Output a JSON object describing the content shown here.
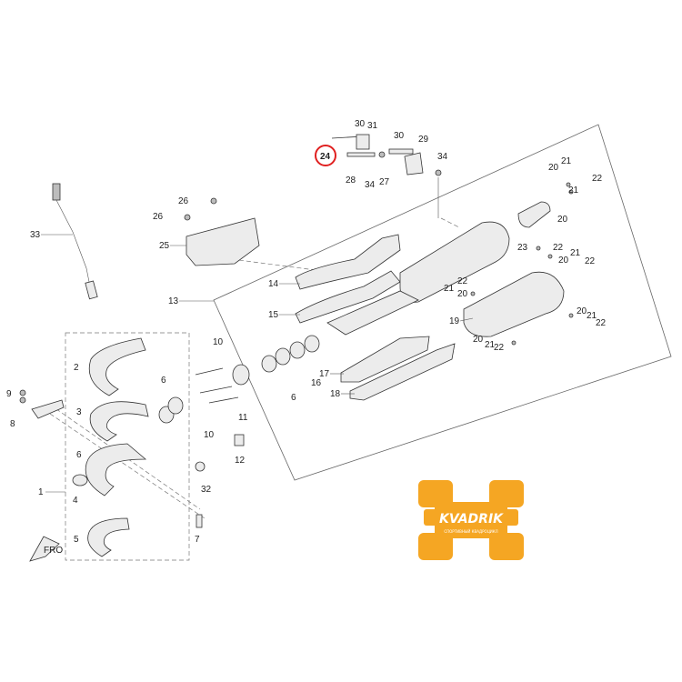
{
  "highlighted_callout": "24",
  "callouts": [
    "1",
    "2",
    "3",
    "4",
    "5",
    "6",
    "7",
    "8",
    "9",
    "10",
    "11",
    "12",
    "13",
    "14",
    "15",
    "16",
    "17",
    "18",
    "19",
    "20",
    "21",
    "22",
    "23",
    "25",
    "26",
    "27",
    "28",
    "29",
    "30",
    "31",
    "32",
    "33",
    "34"
  ],
  "watermark": {
    "text": "KVADRIK",
    "subtext": "СПОРТИВНЫЙ КВАДРОЦИКЛ",
    "color": "#f5a623"
  },
  "front_marker": "FRO"
}
